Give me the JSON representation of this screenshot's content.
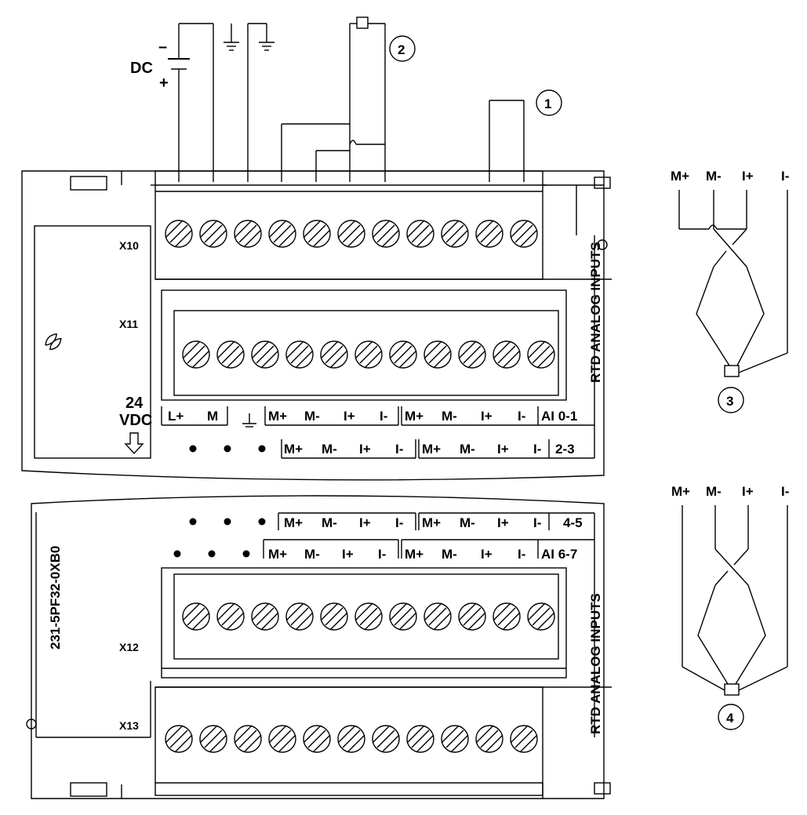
{
  "power": {
    "dc_label": "DC",
    "minus": "–",
    "plus": "+"
  },
  "callouts": {
    "c1": "1",
    "c2": "2",
    "c3": "3",
    "c4": "4"
  },
  "connectors": {
    "x10": "X10",
    "x11": "X11",
    "x12": "X12",
    "x13": "X13"
  },
  "module": {
    "side_label": "RTD ANALOG INPUTS",
    "part_number": "231-5PF32-0XB0",
    "supply": {
      "line1": "24",
      "line2": "VDC"
    }
  },
  "terminals": {
    "power": [
      "L+",
      "M"
    ],
    "channel": [
      "M+",
      "M-",
      "I+",
      "I-"
    ]
  },
  "channel_groups": {
    "ai01": "AI 0-1",
    "g23": "2-3",
    "g45": "4-5",
    "ai67": "AI 6-7"
  },
  "wiring3": {
    "labels": [
      "M+",
      "M-",
      "I+",
      "I-"
    ]
  },
  "wiring4": {
    "labels": [
      "M+",
      "M-",
      "I+",
      "I-"
    ]
  }
}
